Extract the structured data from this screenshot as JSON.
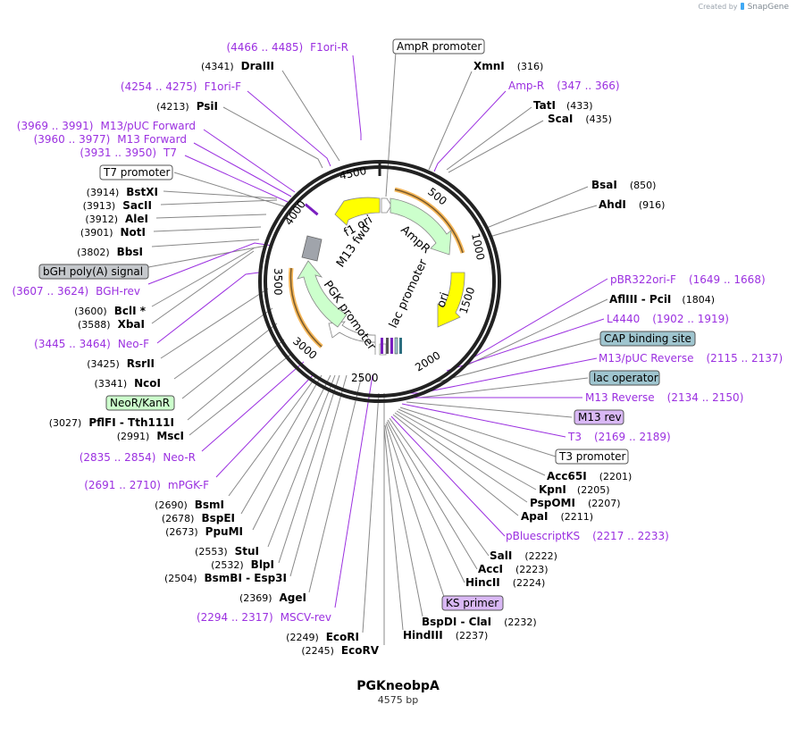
{
  "plasmid": {
    "name": "PGKneobpA",
    "length": "4575 bp"
  },
  "credit": {
    "prefix": "Created by",
    "brand": "SnapGene",
    "icon": "snapgene-logo-icon"
  },
  "colors": {
    "primer": "#9b30e0",
    "enzyme": "#000000",
    "backbone": "#222222",
    "yellow": "#ffff00",
    "green": "#ccffcc",
    "orange": "#f5b75a",
    "gray_feature": "#a0a4ab",
    "blue_feature": "#9fc5cf",
    "purple_feature": "#d9b8f5"
  },
  "ticks": [
    "500",
    "1000",
    "1500",
    "2000",
    "2500",
    "3000",
    "3500",
    "4000",
    "4500"
  ],
  "inner_features": [
    "f1 ori",
    "AmpR",
    "ori",
    "lac promoter",
    "PGK promoter",
    "M13 fwd"
  ],
  "feature_boxes": {
    "ampr_promoter": "AmpR promoter",
    "t7_promoter": "T7 promoter",
    "bgh_polya": "bGH poly(A) signal",
    "neor_kanr": "NeoR/KanR",
    "cap_binding": "CAP binding site",
    "lac_operator": "lac operator",
    "m13_rev": "M13 rev",
    "t3_promoter": "T3 promoter",
    "ks_primer": "KS primer"
  },
  "left_labels": [
    {
      "type": "primer",
      "pos": "(4466 .. 4485)",
      "name": "F1ori-R"
    },
    {
      "type": "enzyme",
      "pos": "(4341)",
      "name": "DraIII"
    },
    {
      "type": "primer",
      "pos": "(4254 .. 4275)",
      "name": "F1ori-F"
    },
    {
      "type": "enzyme",
      "pos": "(4213)",
      "name": "PsiI"
    },
    {
      "type": "primer",
      "pos": "(3969 .. 3991)",
      "name": "M13/pUC Forward"
    },
    {
      "type": "primer",
      "pos": "(3960 .. 3977)",
      "name": "M13 Forward"
    },
    {
      "type": "primer",
      "pos": "(3931 .. 3950)",
      "name": "T7"
    },
    {
      "type": "enzyme",
      "pos": "(3914)",
      "name": "BstXI"
    },
    {
      "type": "enzyme",
      "pos": "(3913)",
      "name": "SacII"
    },
    {
      "type": "enzyme",
      "pos": "(3912)",
      "name": "AleI"
    },
    {
      "type": "enzyme",
      "pos": "(3901)",
      "name": "NotI"
    },
    {
      "type": "enzyme",
      "pos": "(3802)",
      "name": "BbsI"
    },
    {
      "type": "primer",
      "pos": "(3607 .. 3624)",
      "name": "BGH-rev"
    },
    {
      "type": "enzyme",
      "pos": "(3600)",
      "name": "BclI *"
    },
    {
      "type": "enzyme",
      "pos": "(3588)",
      "name": "XbaI"
    },
    {
      "type": "primer",
      "pos": "(3445 .. 3464)",
      "name": "Neo-F"
    },
    {
      "type": "enzyme",
      "pos": "(3425)",
      "name": "RsrII"
    },
    {
      "type": "enzyme",
      "pos": "(3341)",
      "name": "NcoI"
    },
    {
      "type": "enzyme",
      "pos": "(3027)",
      "name": "PflFI  - Tth111I"
    },
    {
      "type": "enzyme",
      "pos": "(2991)",
      "name": "MscI"
    },
    {
      "type": "primer",
      "pos": "(2835 .. 2854)",
      "name": "Neo-R"
    },
    {
      "type": "primer",
      "pos": "(2691 .. 2710)",
      "name": "mPGK-F"
    },
    {
      "type": "enzyme",
      "pos": "(2690)",
      "name": "BsmI"
    },
    {
      "type": "enzyme",
      "pos": "(2678)",
      "name": "BspEI"
    },
    {
      "type": "enzyme",
      "pos": "(2673)",
      "name": "PpuMI"
    },
    {
      "type": "enzyme",
      "pos": "(2553)",
      "name": "StuI"
    },
    {
      "type": "enzyme",
      "pos": "(2532)",
      "name": "BlpI"
    },
    {
      "type": "enzyme",
      "pos": "(2504)",
      "name": "BsmBI  - Esp3I"
    },
    {
      "type": "enzyme",
      "pos": "(2369)",
      "name": "AgeI"
    },
    {
      "type": "primer",
      "pos": "(2294 .. 2317)",
      "name": "MSCV-rev"
    },
    {
      "type": "enzyme",
      "pos": "(2249)",
      "name": "EcoRI"
    },
    {
      "type": "enzyme",
      "pos": "(2245)",
      "name": "EcoRV"
    }
  ],
  "right_labels": [
    {
      "type": "enzyme",
      "name": "XmnI",
      "pos": "(316)"
    },
    {
      "type": "primer",
      "name": "Amp-R",
      "pos": "(347 .. 366)"
    },
    {
      "type": "enzyme",
      "name": "TatI",
      "pos": "(433)"
    },
    {
      "type": "enzyme",
      "name": "ScaI",
      "pos": "(435)"
    },
    {
      "type": "enzyme",
      "name": "BsaI",
      "pos": "(850)"
    },
    {
      "type": "enzyme",
      "name": "AhdI",
      "pos": "(916)"
    },
    {
      "type": "primer",
      "name": "pBR322ori-F",
      "pos": "(1649 .. 1668)"
    },
    {
      "type": "enzyme",
      "name": "AflIII  - PciI",
      "pos": "(1804)"
    },
    {
      "type": "primer",
      "name": "L4440",
      "pos": "(1902 .. 1919)"
    },
    {
      "type": "primer",
      "name": "M13/pUC Reverse",
      "pos": "(2115 .. 2137)"
    },
    {
      "type": "primer",
      "name": "M13 Reverse",
      "pos": "(2134 .. 2150)"
    },
    {
      "type": "primer",
      "name": "T3",
      "pos": "(2169 .. 2189)"
    },
    {
      "type": "enzyme",
      "name": "Acc65I",
      "pos": "(2201)"
    },
    {
      "type": "enzyme",
      "name": "KpnI",
      "pos": "(2205)"
    },
    {
      "type": "enzyme",
      "name": "PspOMI",
      "pos": "(2207)"
    },
    {
      "type": "enzyme",
      "name": "ApaI",
      "pos": "(2211)"
    },
    {
      "type": "primer",
      "name": "pBluescriptKS",
      "pos": "(2217 .. 2233)"
    },
    {
      "type": "enzyme",
      "name": "SalI",
      "pos": "(2222)"
    },
    {
      "type": "enzyme",
      "name": "AccI",
      "pos": "(2223)"
    },
    {
      "type": "enzyme",
      "name": "HincII",
      "pos": "(2224)"
    },
    {
      "type": "enzyme",
      "name": "BspDI  - ClaI",
      "pos": "(2232)"
    },
    {
      "type": "enzyme",
      "name": "HindIII",
      "pos": "(2237)"
    }
  ]
}
